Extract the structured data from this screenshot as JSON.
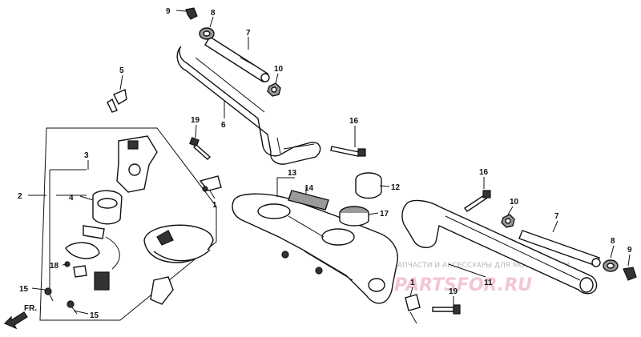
{
  "diagram": {
    "callouts": [
      {
        "id": "c9a",
        "text": "9"
      },
      {
        "id": "c8a",
        "text": "8"
      },
      {
        "id": "c7a",
        "text": "7"
      },
      {
        "id": "c10a",
        "text": "10"
      },
      {
        "id": "c5",
        "text": "5"
      },
      {
        "id": "c6",
        "text": "6"
      },
      {
        "id": "c19a",
        "text": "19"
      },
      {
        "id": "c16a",
        "text": "16"
      },
      {
        "id": "c3",
        "text": "3"
      },
      {
        "id": "c2",
        "text": "2"
      },
      {
        "id": "c4",
        "text": "4"
      },
      {
        "id": "c1a",
        "text": "1"
      },
      {
        "id": "c13",
        "text": "13"
      },
      {
        "id": "c14",
        "text": "14"
      },
      {
        "id": "c12",
        "text": "12"
      },
      {
        "id": "c17",
        "text": "17"
      },
      {
        "id": "c16b",
        "text": "16"
      },
      {
        "id": "c10b",
        "text": "10"
      },
      {
        "id": "c7b",
        "text": "7"
      },
      {
        "id": "c8b",
        "text": "8"
      },
      {
        "id": "c9b",
        "text": "9"
      },
      {
        "id": "c18",
        "text": "18"
      },
      {
        "id": "c15a",
        "text": "15"
      },
      {
        "id": "c15b",
        "text": "15"
      },
      {
        "id": "c1b",
        "text": "1"
      },
      {
        "id": "c11",
        "text": "11"
      },
      {
        "id": "c19b",
        "text": "19"
      }
    ],
    "direction_label": "FR.",
    "watermark_text": "ЗАПЧАСТИ И АКСЕССУАРЫ ДЛЯ МОТОТЕХНИКИ",
    "watermark_logo": "PARTSFOR.RU"
  }
}
